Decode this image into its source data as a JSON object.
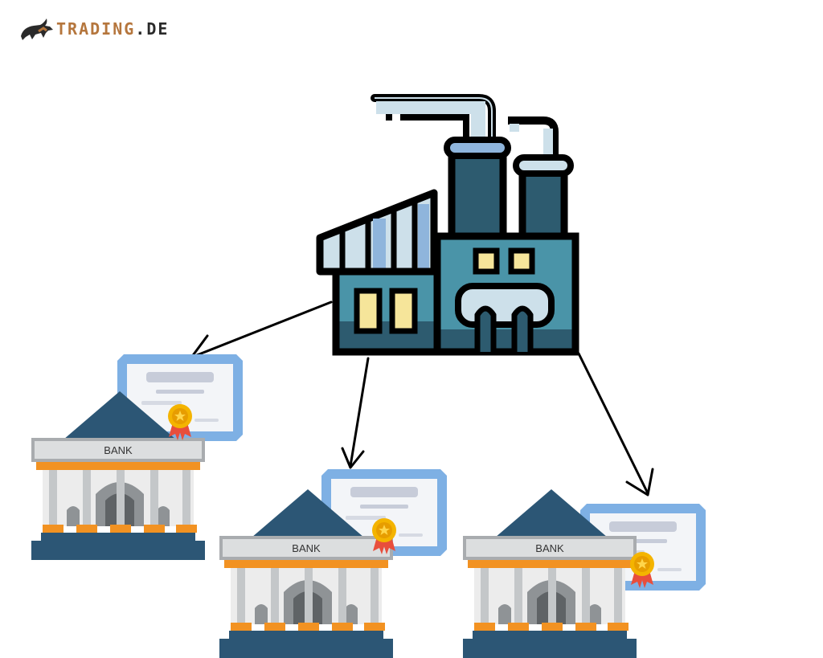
{
  "brand": {
    "name_part1": "TRADING",
    "name_part2": ".DE"
  },
  "banks": [
    {
      "label": "BANK"
    },
    {
      "label": "BANK"
    },
    {
      "label": "BANK"
    }
  ],
  "colors": {
    "factory_teal": "#4a94a8",
    "factory_dark": "#2d5b6f",
    "pipe_light": "#cde0ea",
    "bank_roof": "#2c5675",
    "bank_orange": "#f29222",
    "certificate_border": "#7eb0e4",
    "medal_gold": "#f4b400",
    "ribbon_red": "#e84e3c"
  }
}
